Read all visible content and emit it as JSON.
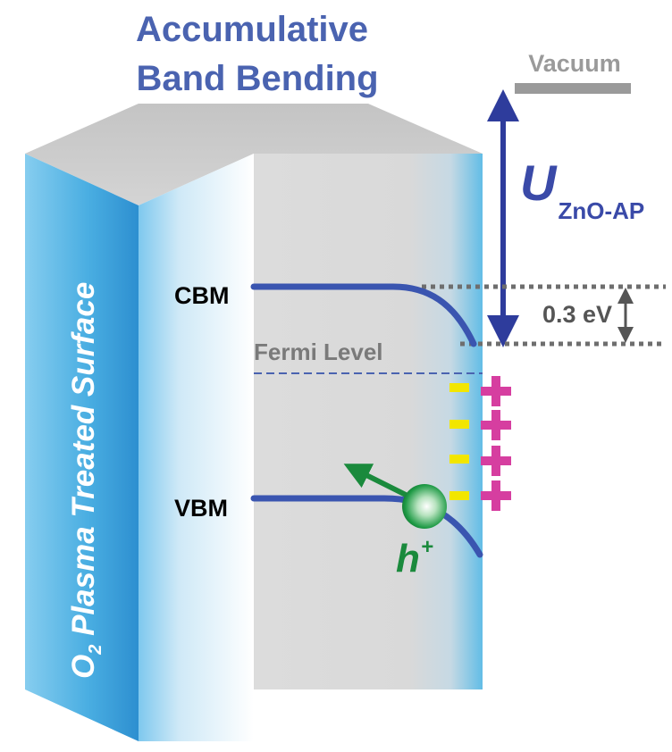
{
  "title": {
    "line1": "Accumulative",
    "line2": "Band Bending"
  },
  "side_label": {
    "o": "O",
    "sub": "2",
    "rest": " Plasma Treated Surface"
  },
  "vacuum_label": "Vacuum",
  "potential_label": {
    "main": "U",
    "sub": "ZnO-AP"
  },
  "offset_label": "0.3 eV",
  "cbm_label": "CBM",
  "vbm_label": "VBM",
  "fermi_label": "Fermi Level",
  "hole_label": {
    "main": "h",
    "sup": "+"
  },
  "surface_charges": {
    "negative": [
      "-",
      "-",
      "-",
      "-"
    ],
    "positive": [
      "+",
      "+",
      "+",
      "+"
    ]
  },
  "colors": {
    "title": "#4a63b0",
    "band": "#3a55b0",
    "arrow": "#2e3c9c",
    "vacuum_bar": "#9a9a9a",
    "fermi": "#4a63b0",
    "negative": "#f2e600",
    "positive": "#d63ea0",
    "hole": "#1a8a3c",
    "face_blue": "#5ab8e6",
    "block_gray": "#dedede",
    "top_gray": "#c9c9c9"
  },
  "icons": {
    "potential_arrow": "double-headed-arrow-icon",
    "offset_arrow": "double-headed-arrow-icon",
    "hole_arrow": "arrow-up-left-icon"
  }
}
